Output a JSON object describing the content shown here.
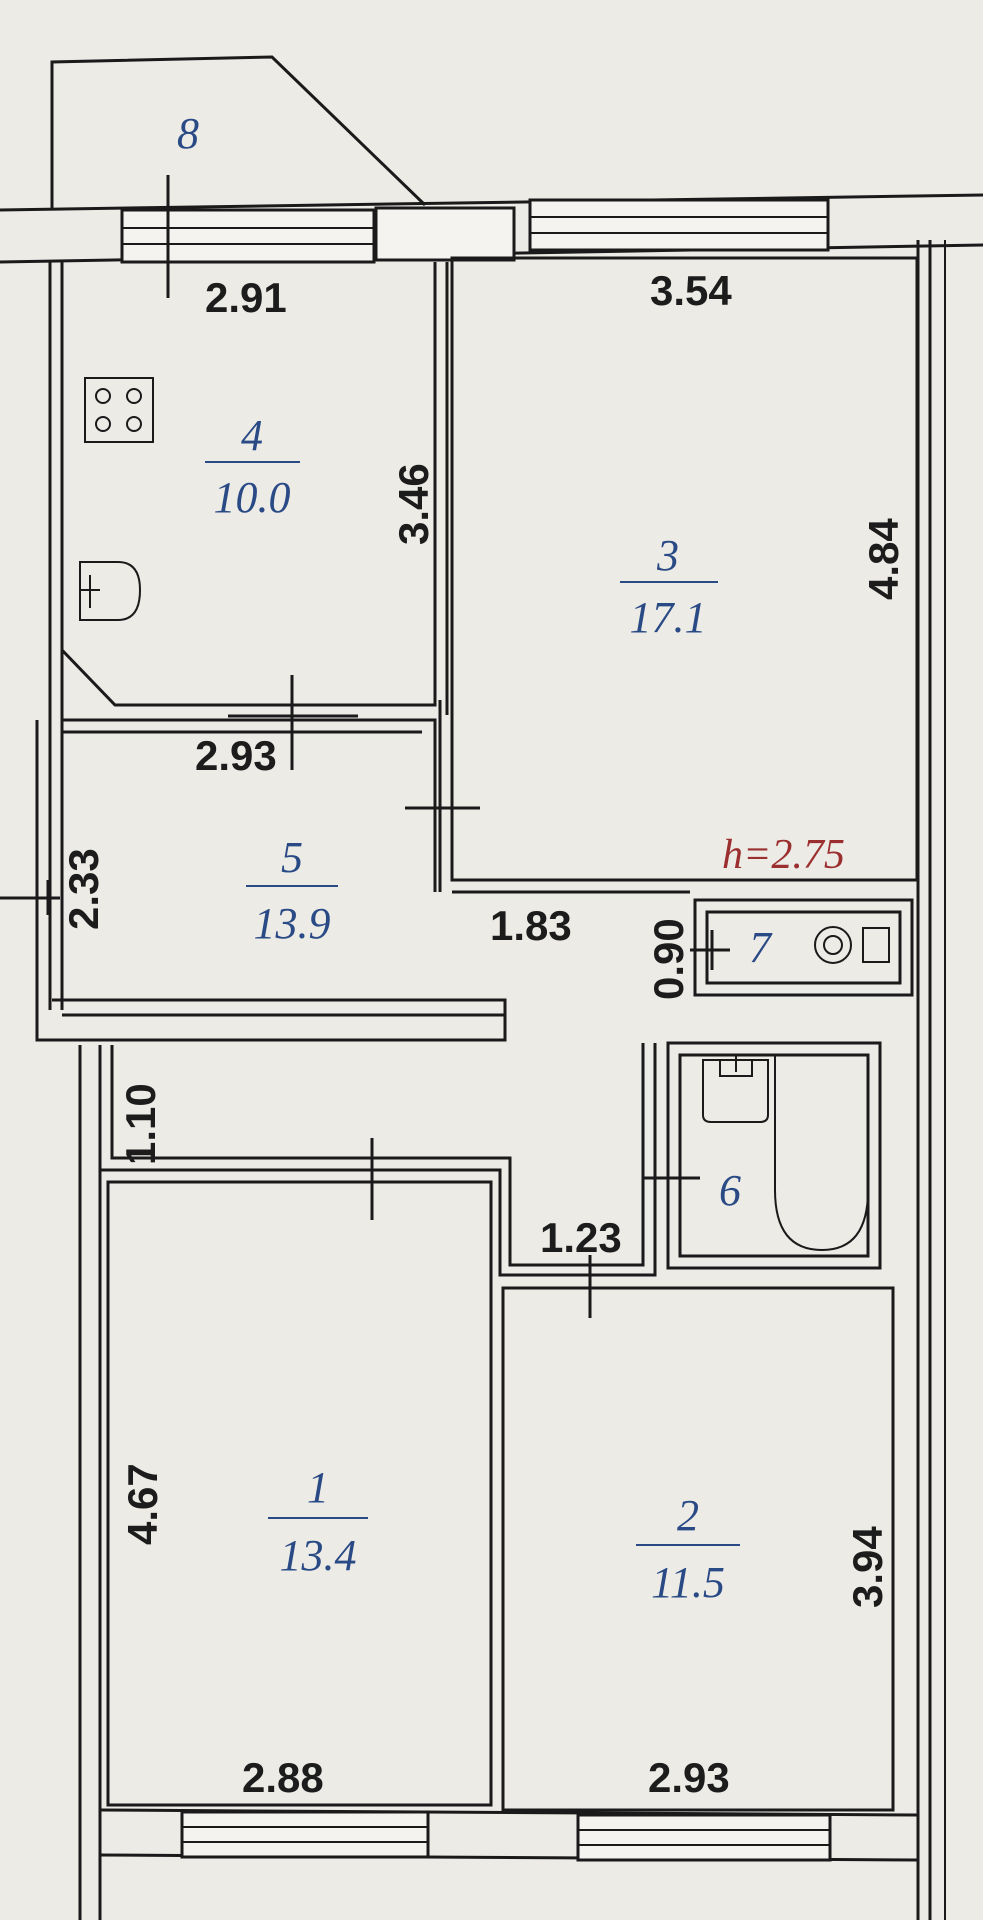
{
  "plan": {
    "ceiling_height": "h=2.75",
    "rooms": [
      {
        "id": "1",
        "number": "1",
        "area": "13.4"
      },
      {
        "id": "2",
        "number": "2",
        "area": "11.5"
      },
      {
        "id": "3",
        "number": "3",
        "area": "17.1"
      },
      {
        "id": "4",
        "number": "4",
        "area": "10.0"
      },
      {
        "id": "5",
        "number": "5",
        "area": "13.9"
      },
      {
        "id": "6",
        "number": "6"
      },
      {
        "id": "7",
        "number": "7"
      },
      {
        "id": "8",
        "number": "8"
      }
    ],
    "dimensions": {
      "balcony_width": "2.91",
      "room3_width": "3.54",
      "room3_length": "4.84",
      "room4_length": "3.46",
      "hall_width": "2.93",
      "hall_length": "2.33",
      "corridor_width": "1.83",
      "wc_width": "0.90",
      "passage_width": "1.10",
      "bath_door_width": "1.23",
      "room1_length": "4.67",
      "room1_width": "2.88",
      "room2_width": "2.93",
      "room2_length": "3.94"
    }
  }
}
